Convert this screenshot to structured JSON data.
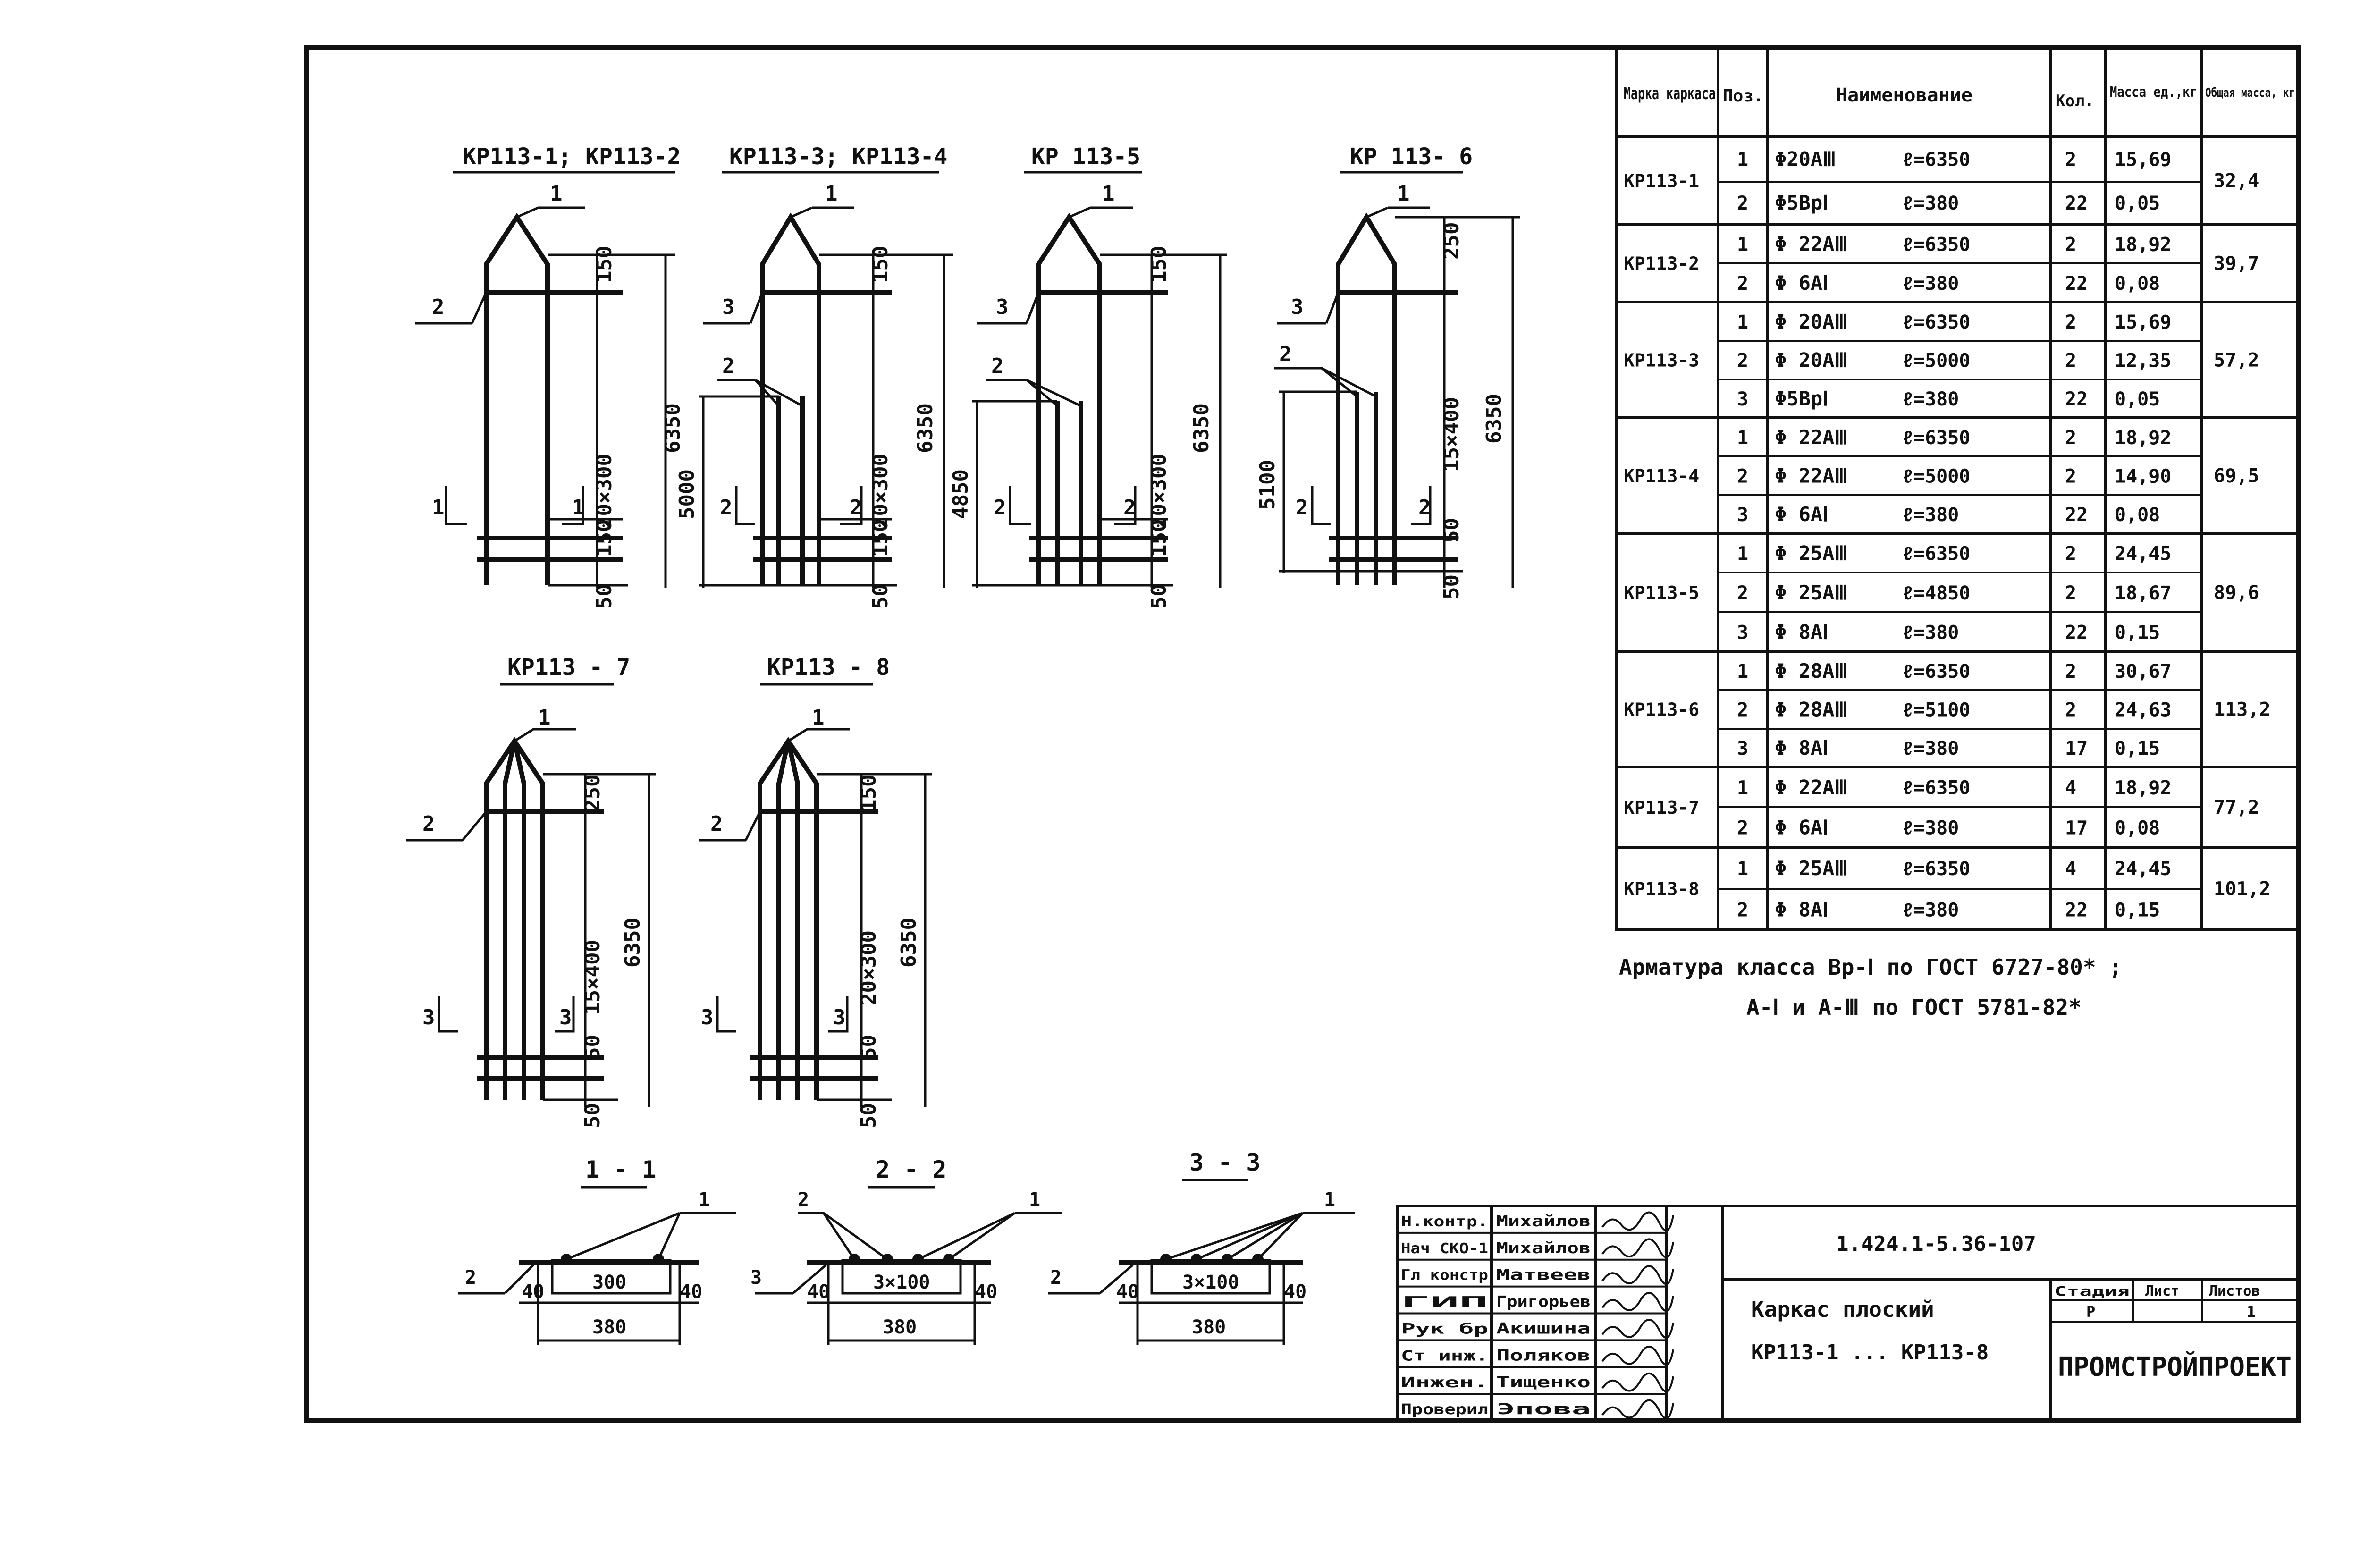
{
  "elevation_frames": [
    {
      "title": "КР113-1; КР113-2",
      "lead_top": "1",
      "lead_side": "2",
      "dim_top": "150",
      "dim_mid": "20×300",
      "dim_lower": "150",
      "dim_bottom": "50",
      "dim_overall": "6350",
      "dim_inner": "",
      "section_mark": "1"
    },
    {
      "title": "КР113-3; КР113-4",
      "lead_top": "1",
      "lead_side": "3",
      "lead_inner": "2",
      "dim_top": "150",
      "dim_mid": "20×300",
      "dim_lower": "150",
      "dim_bottom": "50",
      "dim_overall": "6350",
      "dim_inner": "5000",
      "section_mark": "2"
    },
    {
      "title": "КР 113-5",
      "lead_top": "1",
      "lead_side": "3",
      "lead_inner": "2",
      "dim_top": "150",
      "dim_mid": "20×300",
      "dim_lower": "150",
      "dim_bottom": "50",
      "dim_overall": "6350",
      "dim_inner": "4850",
      "section_mark": "2"
    },
    {
      "title": "КР 113- 6",
      "lead_top": "1",
      "lead_side": "3",
      "lead_inner": "2",
      "dim_top": "250",
      "dim_mid": "15×400",
      "dim_lower": "50",
      "dim_bottom": "50",
      "dim_overall": "6350",
      "dim_inner": "5100",
      "section_mark": "2"
    },
    {
      "title": "КР113 - 7",
      "lead_top": "1",
      "lead_side": "2",
      "dim_top": "250",
      "dim_mid": "15×400",
      "dim_lower": "50",
      "dim_bottom": "50",
      "dim_overall": "6350",
      "dim_inner": "",
      "section_mark": "3"
    },
    {
      "title": "КР113 - 8",
      "lead_top": "1",
      "lead_side": "2",
      "dim_top": "150",
      "dim_mid": "20×300",
      "dim_lower": "50",
      "dim_bottom": "50",
      "dim_overall": "6350",
      "dim_inner": "",
      "section_mark": "3"
    }
  ],
  "sections": [
    {
      "title": "1 - 1",
      "lead_a": "1",
      "lead_b": "2",
      "dim_left": "40",
      "dim_mid": "300",
      "dim_right": "40",
      "dim_total": "380"
    },
    {
      "title": "2 - 2",
      "lead_a": "1",
      "lead_b": "2",
      "lead_c": "3",
      "dim_left": "40",
      "dim_mid": "3×100",
      "dim_right": "40",
      "dim_total": "380"
    },
    {
      "title": "3 - 3",
      "lead_a": "1",
      "lead_b": "2",
      "dim_left": "40",
      "dim_mid": "3×100",
      "dim_right": "40",
      "dim_total": "380"
    }
  ],
  "spec_table": {
    "headers": {
      "mark": "Марка каркаса",
      "pos": "Поз.",
      "name": "Наименование",
      "qty": "Кол.",
      "unit_mass": "Масса ед.,кг",
      "total_mass": "Общая масса, кг"
    },
    "groups": [
      {
        "mark": "КР113-1",
        "total": "32,4",
        "rows": [
          {
            "pos": "1",
            "dia": "Φ20АⅢ",
            "len": "ℓ=6350",
            "qty": "2",
            "mass": "15,69"
          },
          {
            "pos": "2",
            "dia": "Φ5ВрⅠ",
            "len": "ℓ=380",
            "qty": "22",
            "mass": "0,05"
          }
        ]
      },
      {
        "mark": "КР113-2",
        "total": "39,7",
        "rows": [
          {
            "pos": "1",
            "dia": "Φ 22АⅢ",
            "len": "ℓ=6350",
            "qty": "2",
            "mass": "18,92"
          },
          {
            "pos": "2",
            "dia": "Φ 6АⅠ",
            "len": "ℓ=380",
            "qty": "22",
            "mass": "0,08"
          }
        ]
      },
      {
        "mark": "КР113-3",
        "total": "57,2",
        "rows": [
          {
            "pos": "1",
            "dia": "Φ 20АⅢ",
            "len": "ℓ=6350",
            "qty": "2",
            "mass": "15,69"
          },
          {
            "pos": "2",
            "dia": "Φ 20АⅢ",
            "len": "ℓ=5000",
            "qty": "2",
            "mass": "12,35"
          },
          {
            "pos": "3",
            "dia": "Φ5ВрⅠ",
            "len": "ℓ=380",
            "qty": "22",
            "mass": "0,05"
          }
        ]
      },
      {
        "mark": "КР113-4",
        "total": "69,5",
        "rows": [
          {
            "pos": "1",
            "dia": "Φ 22АⅢ",
            "len": "ℓ=6350",
            "qty": "2",
            "mass": "18,92"
          },
          {
            "pos": "2",
            "dia": "Φ 22АⅢ",
            "len": "ℓ=5000",
            "qty": "2",
            "mass": "14,90"
          },
          {
            "pos": "3",
            "dia": "Φ 6АⅠ",
            "len": "ℓ=380",
            "qty": "22",
            "mass": "0,08"
          }
        ]
      },
      {
        "mark": "КР113-5",
        "total": "89,6",
        "rows": [
          {
            "pos": "1",
            "dia": "Φ 25АⅢ",
            "len": "ℓ=6350",
            "qty": "2",
            "mass": "24,45"
          },
          {
            "pos": "2",
            "dia": "Φ 25АⅢ",
            "len": "ℓ=4850",
            "qty": "2",
            "mass": "18,67"
          },
          {
            "pos": "3",
            "dia": "Φ 8АⅠ",
            "len": "ℓ=380",
            "qty": "22",
            "mass": "0,15"
          }
        ]
      },
      {
        "mark": "КР113-6",
        "total": "113,2",
        "rows": [
          {
            "pos": "1",
            "dia": "Φ 28АⅢ",
            "len": "ℓ=6350",
            "qty": "2",
            "mass": "30,67"
          },
          {
            "pos": "2",
            "dia": "Φ 28АⅢ",
            "len": "ℓ=5100",
            "qty": "2",
            "mass": "24,63"
          },
          {
            "pos": "3",
            "dia": "Φ 8АⅠ",
            "len": "ℓ=380",
            "qty": "17",
            "mass": "0,15"
          }
        ]
      },
      {
        "mark": "КР113-7",
        "total": "77,2",
        "rows": [
          {
            "pos": "1",
            "dia": "Φ 22АⅢ",
            "len": "ℓ=6350",
            "qty": "4",
            "mass": "18,92"
          },
          {
            "pos": "2",
            "dia": "Φ 6АⅠ",
            "len": "ℓ=380",
            "qty": "17",
            "mass": "0,08"
          }
        ]
      },
      {
        "mark": "КР113-8",
        "total": "101,2",
        "rows": [
          {
            "pos": "1",
            "dia": "Φ 25АⅢ",
            "len": "ℓ=6350",
            "qty": "4",
            "mass": "24,45"
          },
          {
            "pos": "2",
            "dia": "Φ 8АⅠ",
            "len": "ℓ=380",
            "qty": "22",
            "mass": "0,15"
          }
        ]
      }
    ]
  },
  "notes": {
    "line1": "Арматура класса Вр-Ⅰ  по ГОСТ 6727-80* ;",
    "line2": "А-Ⅰ и А-Ⅲ  по ГОСТ 5781-82*"
  },
  "title_block": {
    "code": "1.424.1-5.36-107",
    "title_line1": "Каркас плоский",
    "title_line2": "КР113-1 ... КР113-8",
    "stage_label": "Стадия",
    "sheet_label": "Лист",
    "sheets_label": "Листов",
    "stage": "Р",
    "sheet": "",
    "sheets": "1",
    "org": "ПРОМСТРОЙПРОЕКТ",
    "signers": [
      {
        "role": "Н.контр.",
        "name": "Михайлов"
      },
      {
        "role": "Нач СКО-1",
        "name": "Михайлов"
      },
      {
        "role": "Гл констр",
        "name": "Матвеев"
      },
      {
        "role": "ГИП",
        "name": "Григорьев"
      },
      {
        "role": "Рук бр",
        "name": "Акишина"
      },
      {
        "role": "Ст инж.",
        "name": "Поляков"
      },
      {
        "role": "Инжен.",
        "name": "Тищенко"
      },
      {
        "role": "Проверил",
        "name": "Эпова"
      }
    ]
  }
}
